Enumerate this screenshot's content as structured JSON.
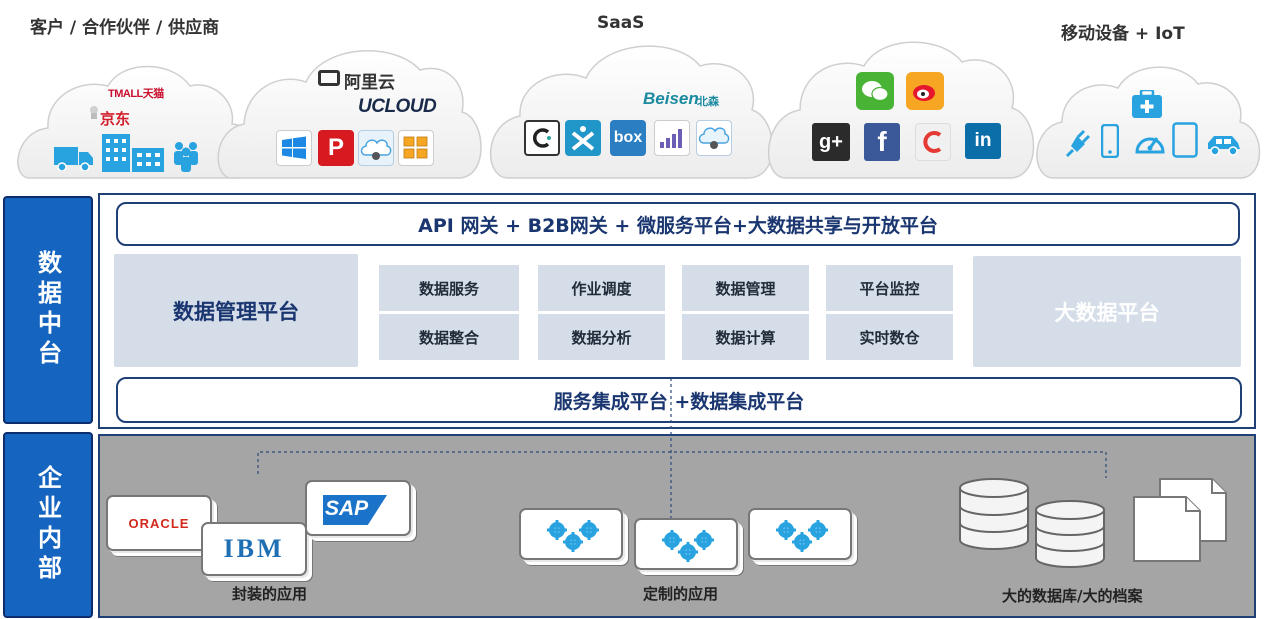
{
  "colors": {
    "primary_blue": "#1565c0",
    "navy": "#1f3f77",
    "light_panel": "#d5dde8",
    "gray_panel": "#a5a5a5",
    "cloud_fill": "#f2f2f2"
  },
  "headers": {
    "customers": "客户 / 合作伙伴 / 供应商",
    "saas": "SaaS",
    "mobile": "移动设备 + IoT"
  },
  "cloud1": {
    "tmall": "TMALL天猫",
    "jd": "京东",
    "icons": [
      "truck-icon",
      "building-icon",
      "people-icon"
    ]
  },
  "cloud2": {
    "aliyun": "阿里云",
    "ucloud": "UCLOUD",
    "icons": [
      "windows-icon",
      "p-icon",
      "force-icon",
      "aws-icon"
    ]
  },
  "cloud3": {
    "beisen": "Beisen",
    "beisen_cn": "北森",
    "box": "box",
    "icons": [
      "c-icon",
      "x-icon",
      "box-icon",
      "chart-icon",
      "salesforce-icon"
    ]
  },
  "cloud4": {
    "gplus": "g+",
    "facebook": "f",
    "linkedin": "in",
    "icons": [
      "wechat-icon",
      "weibo-icon",
      "gplus-icon",
      "facebook-icon",
      "c-app-icon",
      "linkedin-icon"
    ]
  },
  "cloud5": {
    "icons": [
      "medical-kit-icon",
      "plug-icon",
      "phone-icon",
      "gauge-icon",
      "tablet-icon",
      "car-icon"
    ]
  },
  "data_platform": {
    "sidebar": "数据中台",
    "top_bar": "API 网关 + B2B网关 + 微服务平台+大数据共享与开放平台",
    "left_box": "数据管理平台",
    "right_box": "大数据平台",
    "grid": [
      [
        "数据服务",
        "作业调度",
        "数据管理",
        "平台监控"
      ],
      [
        "数据整合",
        "数据分析",
        "数据计算",
        "实时数仓"
      ]
    ],
    "bottom_bar": "服务集成平台 +数据集成平台"
  },
  "enterprise": {
    "sidebar": "企业内部",
    "oracle": "ORACLE",
    "ibm": "IBM",
    "sap": "SAP",
    "label_packaged": "封装的应用",
    "label_custom": "定制的应用",
    "label_db": "大的数据库/大的档案"
  }
}
